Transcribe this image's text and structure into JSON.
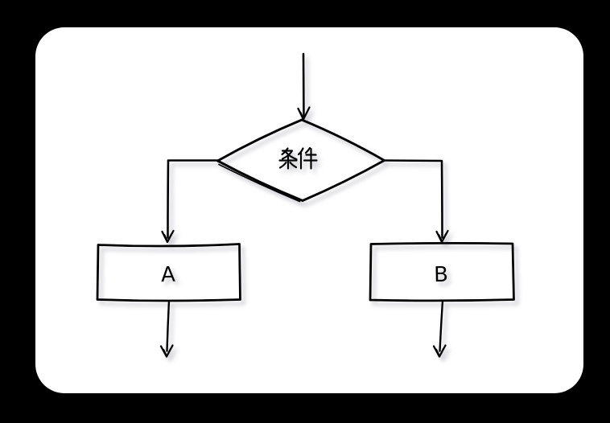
{
  "canvas": {
    "background_color": "#000000",
    "card_color": "#ffffff",
    "stroke_color": "#000000",
    "shadow_color": "#8e8e9e",
    "style": "hand-drawn sketch"
  },
  "diagram": {
    "type": "flowchart",
    "direction": "top-down",
    "nodes": [
      {
        "id": "condition",
        "shape": "diamond",
        "label": "条件"
      },
      {
        "id": "branch-a",
        "shape": "rectangle",
        "label": "A"
      },
      {
        "id": "branch-b",
        "shape": "rectangle",
        "label": "B"
      }
    ],
    "edges": [
      {
        "from": "start",
        "to": "condition",
        "arrowhead": "open-chevron"
      },
      {
        "from": "condition",
        "to": "branch-a",
        "arrowhead": "open-chevron"
      },
      {
        "from": "condition",
        "to": "branch-b",
        "arrowhead": "open-chevron"
      },
      {
        "from": "branch-a",
        "to": "exit-left",
        "arrowhead": "open-chevron"
      },
      {
        "from": "branch-b",
        "to": "exit-right",
        "arrowhead": "open-chevron"
      }
    ]
  }
}
